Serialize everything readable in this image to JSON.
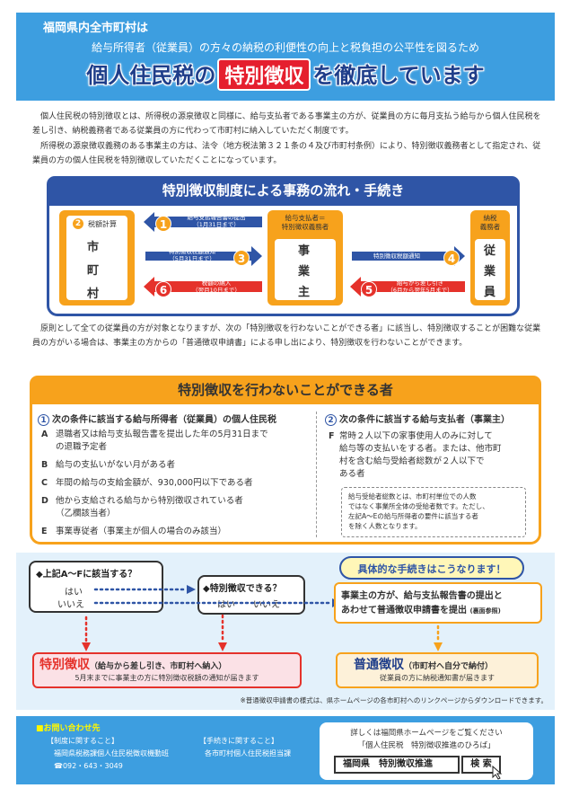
{
  "header": {
    "top": "福岡県内全市町村は",
    "sub": "給与所得者（従業員）の方々の納税の利便性の向上と税負担の公平性を図るため",
    "main_pre": "個人住民税の",
    "main_hl": "特別徴収",
    "main_post": "を徹底しています"
  },
  "intro": {
    "p1": "　個人住民税の特別徴収とは、所得税の源泉徴収と同様に、給与支払者である事業主の方が、従業員の方に毎月支払う給与から個人住民税を差し引き、納税義務者である従業員の方に代わって市町村に納入していただく制度です。",
    "p2": "　所得税の源泉徴収義務のある事業主の方は、法令（地方税法第３２１条の４及び市町村条例）により、特別徴収義務者として指定され、従業員の方の個人住民税を特別徴収していただくことになっています。"
  },
  "flow": {
    "title": "特別徴収制度による事務の流れ・手続き",
    "left_num": "2",
    "left_label": "税額計算",
    "left_chars": [
      "市",
      "町",
      "村"
    ],
    "mid_label": "給与支払者＝\n特別徴収義務者",
    "mid_chars": [
      "事",
      "業",
      "主"
    ],
    "right_label": "納税\n義務者",
    "right_chars": [
      "従",
      "業",
      "員"
    ],
    "arrows": [
      {
        "num": "1",
        "text": "給与支払報告書の提出\n（1月31日まで）"
      },
      {
        "num": "3",
        "text": "特別徴収税額通知\n（5月31日まで）"
      },
      {
        "num": "6",
        "text": "税額の納入\n（翌月10日まで）"
      },
      {
        "num": "4",
        "text": "特別徴収税額通知"
      },
      {
        "num": "5",
        "text": "給与から差し引き\n（6月から翌年5月まで）"
      }
    ]
  },
  "middle_para": "　原則として全ての従業員の方が対象となりますが、次の「特別徴収を行わないことができる者」に該当し、特別徴収することが困難な従業員の方がいる場合は、事業主の方からの「普通徴収申請書」による申し出により、特別徴収を行わないことができます。",
  "exceptions": {
    "title": "特別徴収を行わないことができる者",
    "col1_num": "1",
    "col1_head": "次の条件に該当する給与所得者（従業員）の個人住民税",
    "items": [
      {
        "key": "A",
        "lines": [
          "退職者又は給与支払報告書を提出した年の5月31日まで",
          "の退職予定者"
        ]
      },
      {
        "key": "B",
        "lines": [
          "給与の支払いがない月がある者"
        ]
      },
      {
        "key": "C",
        "lines": [
          "年間の給与の支給金額が、930,000円以下である者"
        ]
      },
      {
        "key": "D",
        "lines": [
          "他から支給される給与から特別徴収されている者",
          "（乙欄該当者）"
        ]
      },
      {
        "key": "E",
        "lines": [
          "事業専従者（事業主が個人の場合のみ該当）"
        ]
      }
    ],
    "col2_num": "2",
    "col2_head": "次の条件に該当する給与支払者（事業主）",
    "f_key": "F",
    "f_lines": [
      "常時２人以下の家事使用人のみに対して",
      "給与等の支払いをする者。または、他市町",
      "村を含む給与受給者総数が２人以下で",
      "ある者"
    ],
    "note_lines": [
      "給与受給者総数とは、市町村単位での人数",
      "ではなく事業所全体の受給者数です。ただし、",
      "左記A〜Eの給与所得者の要件に該当する者",
      "を除く人数となります。"
    ]
  },
  "decision": {
    "q1": "◆上記A〜Fに該当する？",
    "q1_yes": "はい",
    "q1_no": "いいえ",
    "q2": "◆特別徴収できる？",
    "q2_yes": "はい",
    "q2_no": "いいえ",
    "bubble": "具体的な手続きはこうなります！",
    "procedure_1": "事業主の方が、給与支払報告書の提出と",
    "procedure_2": "あわせて普通徴収申請書を提出",
    "procedure_ref": "(裏面参照)",
    "special_title": "特別徴収",
    "special_desc": "（給与から差し引き、市町村へ納入）",
    "special_note": "5月末までに事業主の方に特別徴収税額の通知が届きます",
    "normal_title": "普通徴収",
    "normal_desc": "（市町村へ自分で納付）",
    "normal_note": "従業員の方に納税通知書が届きます",
    "footnote": "※普通徴収申請書の様式は、県ホームページの各市町村へのリンクページからダウンロードできます。"
  },
  "footer": {
    "contact_title": "■お問い合わせ先",
    "sys_label": "【制度に関すること】",
    "sys_org": "福岡県税務課個人住民税徴収機動班",
    "sys_tel": "☎092・643・3049",
    "proc_label": "【手続きに関すること】",
    "proc_org": "各市町村個人住民税担当課",
    "web_line1": "詳しくは福岡県ホームページをご覧ください",
    "web_line2": "「個人住民税　特別徴収推進のひろば」",
    "search_text": "福岡県　特別徴収推進",
    "search_button": "検 索"
  }
}
